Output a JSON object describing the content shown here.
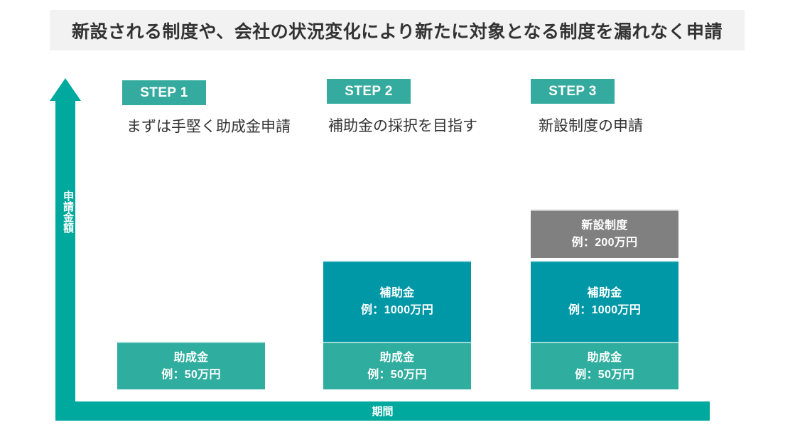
{
  "header": {
    "title": "新設される制度や、会社の状況変化により新たに対象となる制度を漏れなく申請"
  },
  "axes": {
    "y_label": "申請金額",
    "x_label": "期間",
    "y_arrow_icon": "up-arrow-icon"
  },
  "colors": {
    "accent_teal": "#00a99d",
    "badge_teal": "#34ab9e",
    "grant_bar": "#2fae9f",
    "subsidy_bar": "#0097a7",
    "new_system_bar": "#808080",
    "header_band": "#f2f2f2",
    "text": "#333333"
  },
  "steps": [
    {
      "badge": "STEP 1",
      "caption": "まずは手堅く助成金申請",
      "bars": [
        {
          "name": "助成金",
          "amount": "例：50万円",
          "kind": "grant"
        }
      ]
    },
    {
      "badge": "STEP 2",
      "caption": "補助金の採択を目指す",
      "bars": [
        {
          "name": "補助金",
          "amount": "例：1000万円",
          "kind": "subsidy"
        },
        {
          "name": "助成金",
          "amount": "例：50万円",
          "kind": "grant"
        }
      ]
    },
    {
      "badge": "STEP 3",
      "caption": "新設制度の申請",
      "bars": [
        {
          "name": "新設制度",
          "amount": "例：200万円",
          "kind": "new-system"
        },
        {
          "name": "補助金",
          "amount": "例：1000万円",
          "kind": "subsidy"
        },
        {
          "name": "助成金",
          "amount": "例：50万円",
          "kind": "grant"
        }
      ]
    }
  ],
  "chart_data": {
    "type": "bar",
    "title": "新設される制度や、会社の状況変化により新たに対象となる制度を漏れなく申請",
    "xlabel": "期間",
    "ylabel": "申請金額",
    "grid": false,
    "legend": "none",
    "stacked": true,
    "categories": [
      "STEP 1",
      "STEP 2",
      "STEP 3"
    ],
    "series": [
      {
        "name": "助成金",
        "unit": "万円",
        "values": [
          50,
          50,
          50
        ],
        "color": "#2fae9f"
      },
      {
        "name": "補助金",
        "unit": "万円",
        "values": [
          0,
          1000,
          1000
        ],
        "color": "#0097a7"
      },
      {
        "name": "新設制度",
        "unit": "万円",
        "values": [
          0,
          0,
          200
        ],
        "color": "#808080"
      }
    ]
  }
}
